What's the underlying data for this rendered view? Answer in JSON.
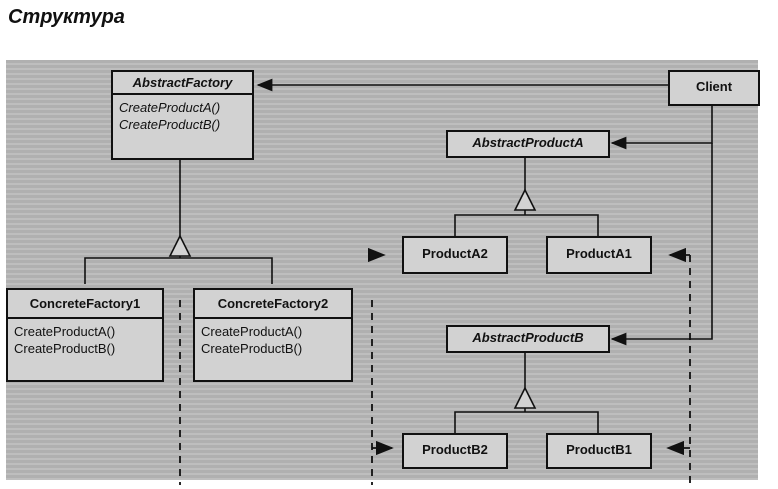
{
  "title": "Структура",
  "classes": {
    "abstract_factory": {
      "name": "AbstractFactory",
      "ops": [
        "CreateProductA()",
        "CreateProductB()"
      ]
    },
    "concrete_factory1": {
      "name": "ConcreteFactory1",
      "ops": [
        "CreateProductA()",
        "CreateProductB()"
      ]
    },
    "concrete_factory2": {
      "name": "ConcreteFactory2",
      "ops": [
        "CreateProductA()",
        "CreateProductB()"
      ]
    },
    "client": {
      "name": "Client"
    },
    "abstract_product_a": {
      "name": "AbstractProductA"
    },
    "product_a2": {
      "name": "ProductA2"
    },
    "product_a1": {
      "name": "ProductA1"
    },
    "abstract_product_b": {
      "name": "AbstractProductB"
    },
    "product_b2": {
      "name": "ProductB2"
    },
    "product_b1": {
      "name": "ProductB1"
    }
  }
}
